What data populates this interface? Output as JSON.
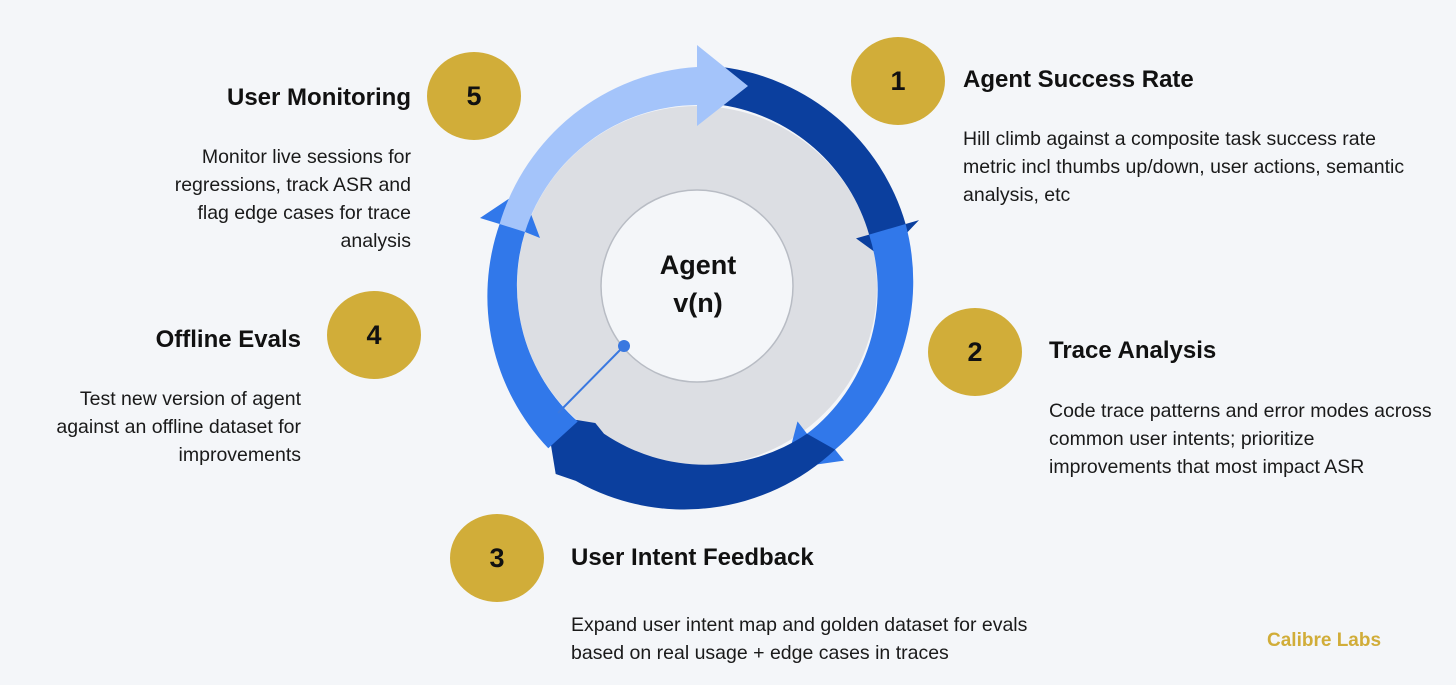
{
  "center": {
    "line1": "Agent",
    "line2": "v(n)"
  },
  "steps": [
    {
      "number": "1",
      "title": "Agent Success Rate",
      "description": "Hill climb against a composite task success rate metric incl thumbs up/down, user actions, semantic analysis, etc"
    },
    {
      "number": "2",
      "title": "Trace Analysis",
      "description": "Code trace patterns and error modes across common user intents; prioritize improvements that most impact ASR"
    },
    {
      "number": "3",
      "title": "User Intent Feedback",
      "description": "Expand user intent map and golden dataset for evals  based on real usage + edge cases in traces"
    },
    {
      "number": "4",
      "title": "Offline Evals",
      "description": "Test new version of agent against an offline dataset for improvements"
    },
    {
      "number": "5",
      "title": "User Monitoring",
      "description": "Monitor live sessions for regressions, track ASR and flag edge cases for trace analysis"
    }
  ],
  "brand": "Calibre Labs",
  "colors": {
    "background": "#f4f6f9",
    "badge": "#d1ad39",
    "ring_dark": "#0b3f9e",
    "ring_mid": "#3178ea",
    "ring_light": "#a4c4fa",
    "inner_disc": "#dcdee3",
    "core": "#f4f6f9"
  }
}
